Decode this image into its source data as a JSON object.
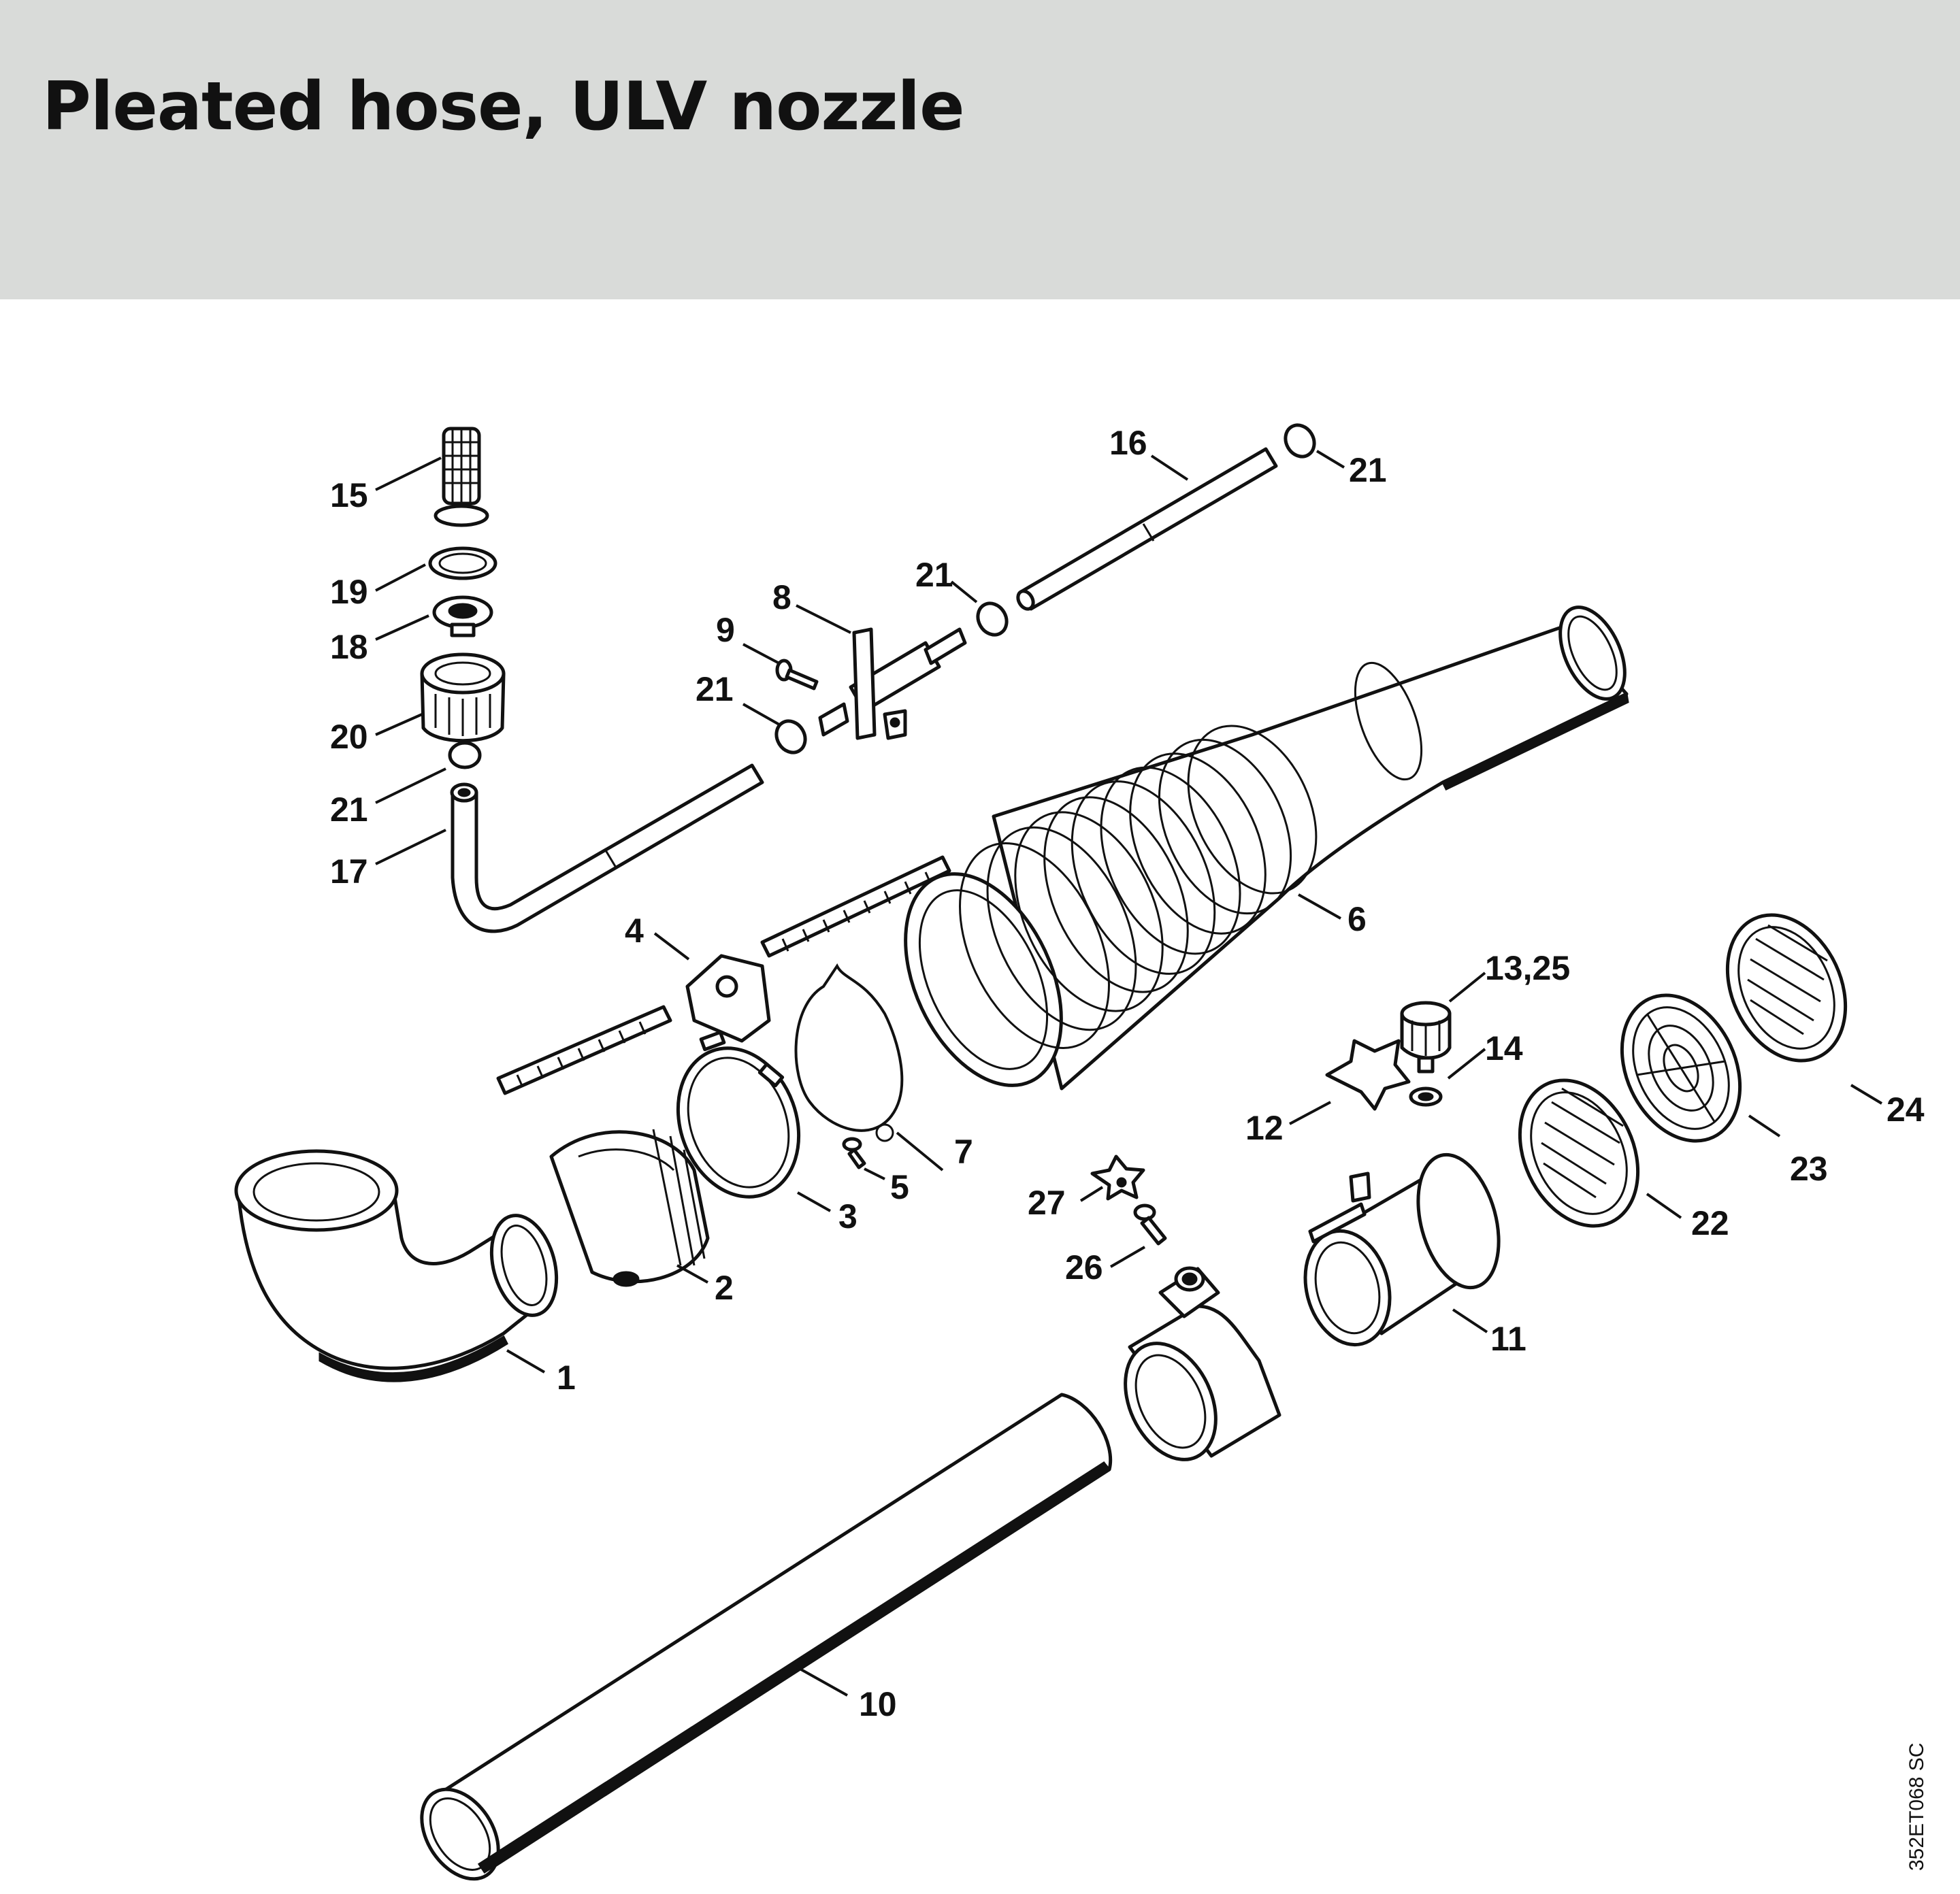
{
  "title": "Pleated hose, ULV nozzle",
  "drawing_code": "352ET068 SC",
  "callouts": {
    "c1": "1",
    "c2": "2",
    "c3": "3",
    "c4": "4",
    "c5": "5",
    "c6": "6",
    "c7": "7",
    "c8": "8",
    "c9": "9",
    "c10": "10",
    "c11": "11",
    "c12": "12",
    "c13_25": "13,25",
    "c14": "14",
    "c15": "15",
    "c16": "16",
    "c17": "17",
    "c18": "18",
    "c19": "19",
    "c20": "20",
    "c21a": "21",
    "c21b": "21",
    "c21c": "21",
    "c21d": "21",
    "c22": "22",
    "c23": "23",
    "c24": "24",
    "c26": "26",
    "c27": "27"
  }
}
